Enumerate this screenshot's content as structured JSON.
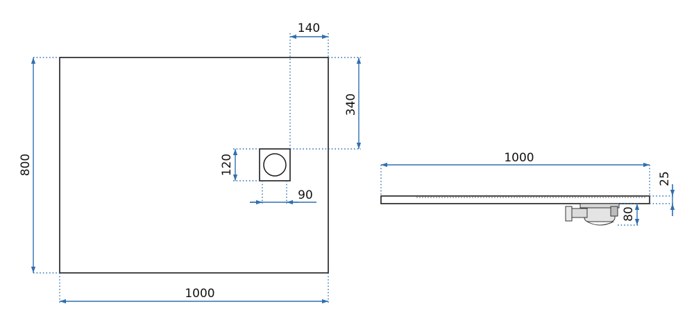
{
  "diagram": {
    "top_view": {
      "width_label": "1000",
      "depth_label": "800",
      "drain_size_label": "120",
      "drain_offset_x_label": "140",
      "drain_offset_y_label": "340",
      "drain_spacing_label": "90"
    },
    "side_view": {
      "length_label": "1000",
      "thickness_label": "25",
      "siphon_height_label": "80"
    },
    "colors": {
      "dimension_lines": "#2f6fb0",
      "outline": "#1a1a1a",
      "text": "#111111"
    }
  }
}
